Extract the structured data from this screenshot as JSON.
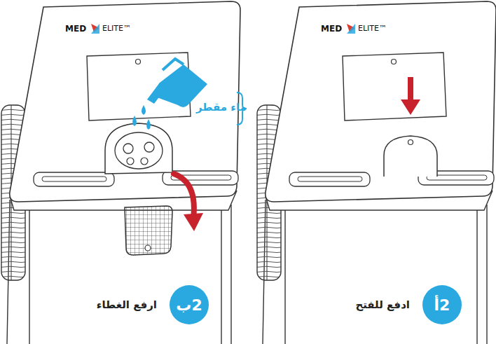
{
  "diagram": {
    "nodes": [
      {
        "text": [
          "2أ",
          "ادفع للفتح"
        ]
      },
      {
        "text": [
          "2ب",
          "ارفع الغطاء"
        ]
      }
    ],
    "labels": [
      "ماء مقطر",
      "MED",
      "ELITE™",
      "MED",
      "ELITE™"
    ]
  }
}
